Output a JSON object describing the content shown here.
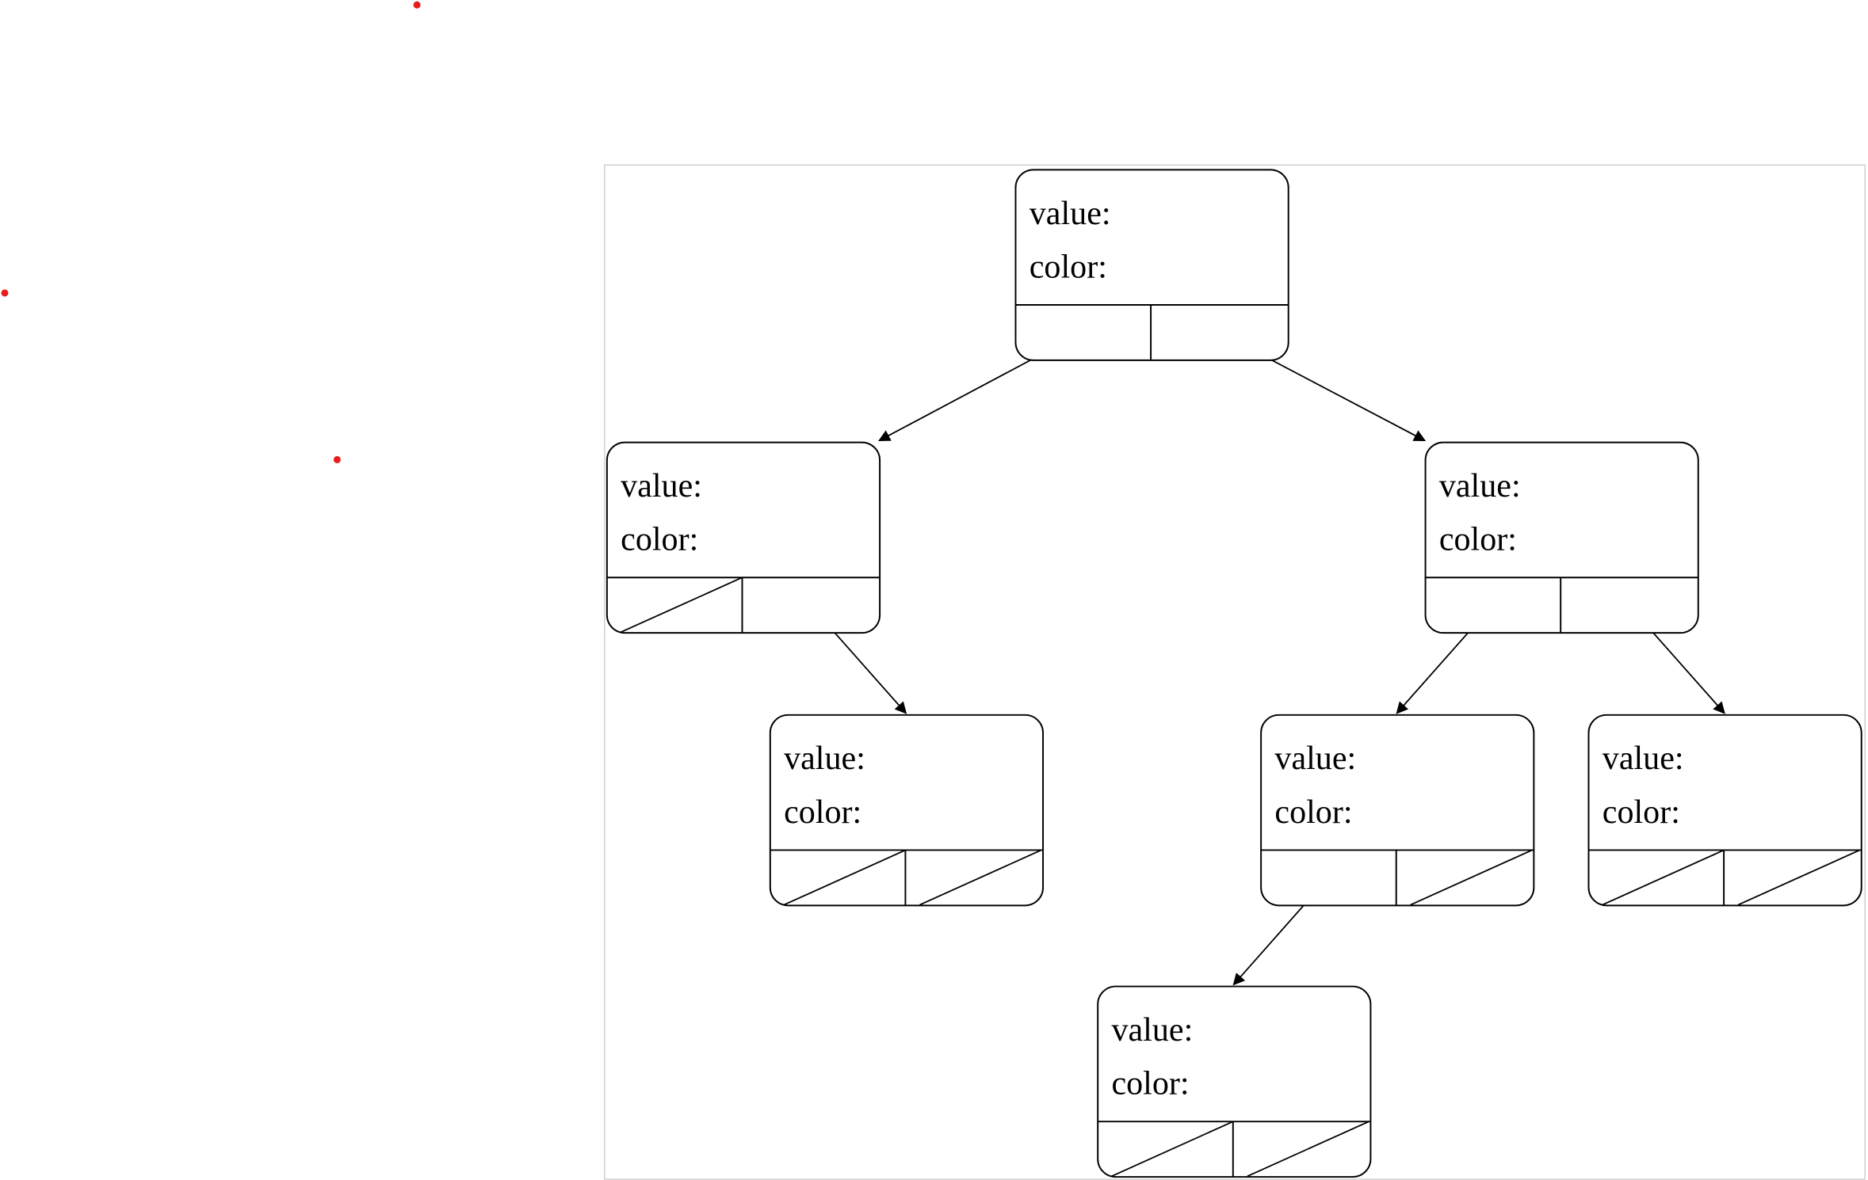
{
  "diagram": {
    "type": "binary-tree",
    "field_labels": {
      "value": "value:",
      "color": "color:"
    },
    "colors": {
      "marker": "#e81c1c",
      "stroke": "#000000",
      "frame": "#d0d0d0"
    },
    "nodes": [
      {
        "id": "n0",
        "left": "n1",
        "right": "n2"
      },
      {
        "id": "n1",
        "left": null,
        "right": "n3"
      },
      {
        "id": "n2",
        "left": "n4",
        "right": "n5"
      },
      {
        "id": "n3",
        "left": null,
        "right": null
      },
      {
        "id": "n4",
        "left": "n6",
        "right": null
      },
      {
        "id": "n5",
        "left": null,
        "right": null
      },
      {
        "id": "n6",
        "left": null,
        "right": null
      }
    ],
    "markers": 3
  }
}
